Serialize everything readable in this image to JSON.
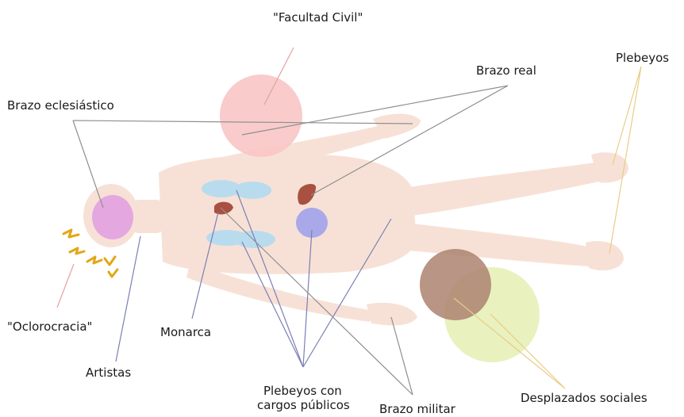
{
  "labels": {
    "facultad_civil": "\"Facultad Civil\"",
    "brazo_real": "Brazo real",
    "plebeyos": "Plebeyos",
    "brazo_eclesiastico": "Brazo eclesiástico",
    "oclorocracia": "\"Oclorocracia\"",
    "monarca": "Monarca",
    "artistas": "Artistas",
    "plebeyos_cargos_line1": "Plebeyos con",
    "plebeyos_cargos_line2": "cargos públicos",
    "brazo_militar": "Brazo militar",
    "desplazados_sociales": "Desplazados sociales"
  },
  "colors": {
    "body_skin": "#f7e1d6",
    "head_circle": "#e4a7e0",
    "pink_circle": "#f8c5c5",
    "liver_organ": "#a85042",
    "blue_lungs": "#b9dbee",
    "purple_organ": "#a9a8e8",
    "brown_circle": "#ab8370",
    "yellow_circle": "#e5efb4",
    "sparks": "#e3a617",
    "line_dark": "#8f8f8f",
    "line_blue": "#7b7fb5",
    "line_pink": "#e6a0a0",
    "line_yellow": "#e8cd86"
  }
}
